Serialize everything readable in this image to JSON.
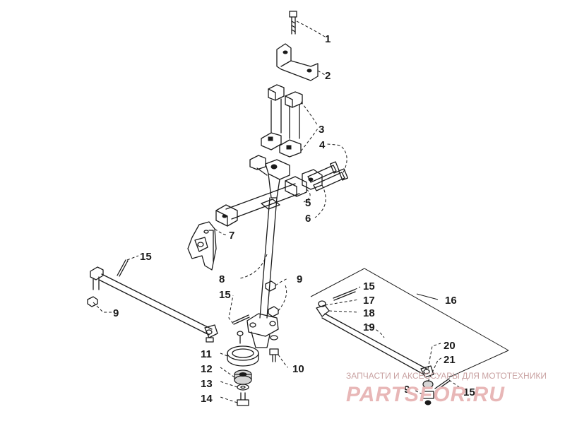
{
  "callouts": {
    "c1": "1",
    "c2": "2",
    "c3": "3",
    "c4": "4",
    "c5": "5",
    "c6": "6",
    "c7": "7",
    "c8": "8",
    "c9a": "9",
    "c9b": "9",
    "c9c": "9",
    "c10": "10",
    "c11": "11",
    "c12": "12",
    "c13": "13",
    "c14": "14",
    "c15a": "15",
    "c15b": "15",
    "c15c": "15",
    "c15d": "15",
    "c16": "16",
    "c17": "17",
    "c18": "18",
    "c19": "19",
    "c20": "20",
    "c21": "21"
  },
  "watermark": {
    "caption": "ЗАПЧАСТИ И АКСЕССУАРЫ ДЛЯ МОТОТЕХНИКИ",
    "brand": "PARTSFOR.RU"
  }
}
